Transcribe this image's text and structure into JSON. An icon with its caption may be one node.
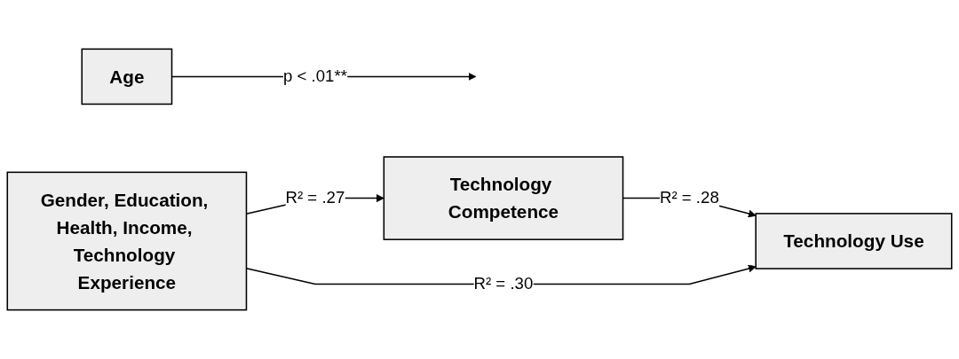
{
  "diagram": {
    "nodes": [
      {
        "text": [
          "Technology Competence"
        ]
      },
      {
        "text": [
          "Age"
        ]
      },
      {
        "text": [
          "Gender, Education, Health, Income, Technology Experience"
        ]
      },
      {
        "text": [
          "Technology Use"
        ]
      }
    ],
    "edges": [
      {
        "from": 0,
        "to": 3,
        "arrow": "to",
        "label": "R² = .28"
      },
      {
        "from": 1,
        "to": null,
        "arrow": "to",
        "label": "p < .01**"
      },
      {
        "from": 2,
        "to": 0,
        "arrow": "to",
        "label": "R² = .27"
      },
      {
        "from": 2,
        "to": 3,
        "arrow": "to",
        "label": "R² = .30"
      }
    ]
  }
}
